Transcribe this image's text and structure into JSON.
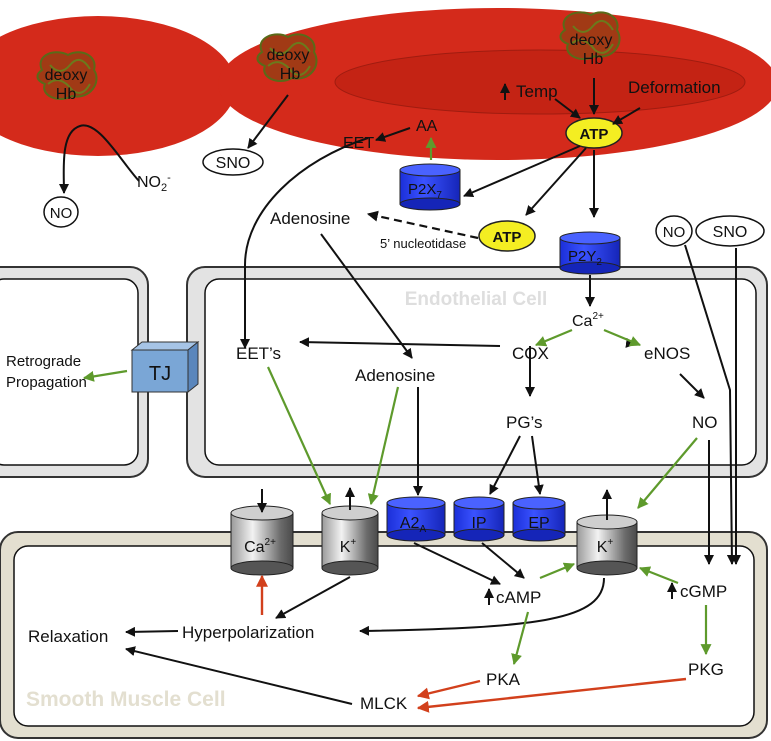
{
  "rbc": {
    "deoxy_hb": [
      "deoxy",
      "Hb"
    ],
    "temp": "Temp",
    "deformation": "Deformation",
    "atp": "ATP",
    "aa": "AA",
    "eet": "EET",
    "sno": "SNO",
    "no": "NO",
    "nitrite": "NO",
    "nitrite_sub": "2",
    "nitrite_sup": "-"
  },
  "interstitial": {
    "adenosine": "Adenosine",
    "nucleotidase": "5’ nucleotidase",
    "atp": "ATP",
    "no": "NO",
    "sno": "SNO"
  },
  "receptors": {
    "p2x": "P2X",
    "p2x_sub": "7",
    "p2y": "P2Y",
    "p2y_sub": "2",
    "a2a": "A2",
    "a2a_sub": "A",
    "ip": "IP",
    "ep": "EP",
    "tj": "TJ"
  },
  "endothelium": {
    "title": "Endothelial Cell",
    "ca": "Ca",
    "ca_sup": "2+",
    "cox": "COX",
    "enos": "eNOS",
    "eets": "EET’s",
    "adenosine": "Adenosine",
    "pgs": "PG’s",
    "no": "NO"
  },
  "neighbor": {
    "retro_1": "Retrograde",
    "retro_2": "Propagation"
  },
  "smooth_muscle": {
    "title": "Smooth Muscle Cell",
    "ca_channel": "Ca",
    "ca_sup": "2+",
    "k_channel": "K",
    "k_sup": "+",
    "camp": "cAMP",
    "cgmp": "cGMP",
    "hyperpolarization": "Hyperpolarization",
    "relaxation": "Relaxation",
    "pka": "PKA",
    "pkg": "PKG",
    "mlck": "MLCK"
  },
  "colors": {
    "rbc_red": "#d42a1b",
    "receptor_blue": "#2233e6",
    "atp_yellow": "#f4ee22",
    "stimulate_green": "#5e9a2c",
    "inhibit_red": "#d2401c",
    "endo_fill": "#e3e3e3",
    "smc_fill": "#e3dfd0",
    "tj_blue": "#7aa6d6"
  }
}
